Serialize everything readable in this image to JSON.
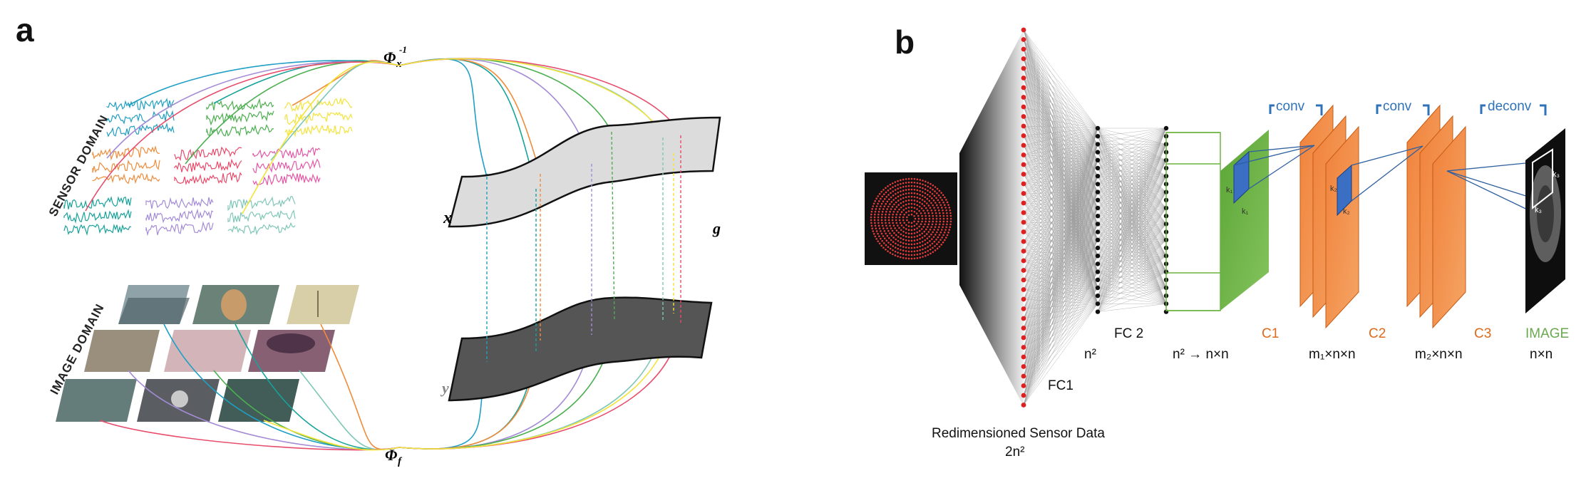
{
  "panel_a": {
    "letter": "a",
    "phi_x_inv": "Φ",
    "phi_x_sub": "x",
    "phi_x_sup": "-1",
    "phi_f": "Φ",
    "phi_f_sub": "f",
    "sensor_domain": "SENSOR DOMAIN",
    "image_domain": "IMAGE DOMAIN",
    "manifold_x": "x",
    "manifold_y": "y",
    "g_label": "g",
    "colors": [
      "#1f9fc4",
      "#4caf50",
      "#f3e33a",
      "#f08c3a",
      "#e84c6b",
      "#e05aa8",
      "#16a39a",
      "#a48bd6",
      "#7fc7b7"
    ]
  },
  "panel_b": {
    "letter": "b",
    "sensor_caption_line1": "Redimensioned Sensor Data",
    "sensor_caption_line2": "2n²",
    "fc1": "FC1",
    "fc2": "FC 2",
    "n2": "n²",
    "reshape": "n² → n×n",
    "c1": "C1",
    "c2": "C2",
    "c3": "C3",
    "image": "IMAGE",
    "c2_dim": "m₁×n×n",
    "c3_dim": "m₂×n×n",
    "image_dim": "n×n",
    "conv1": "conv",
    "conv2": "conv",
    "deconv": "deconv",
    "k1": "k₁",
    "k2": "k₂",
    "k3": "k₃",
    "colors": {
      "orange": "#e8782a",
      "green": "#6bb33f",
      "blue": "#2f72b8",
      "red": "#e02020"
    }
  }
}
